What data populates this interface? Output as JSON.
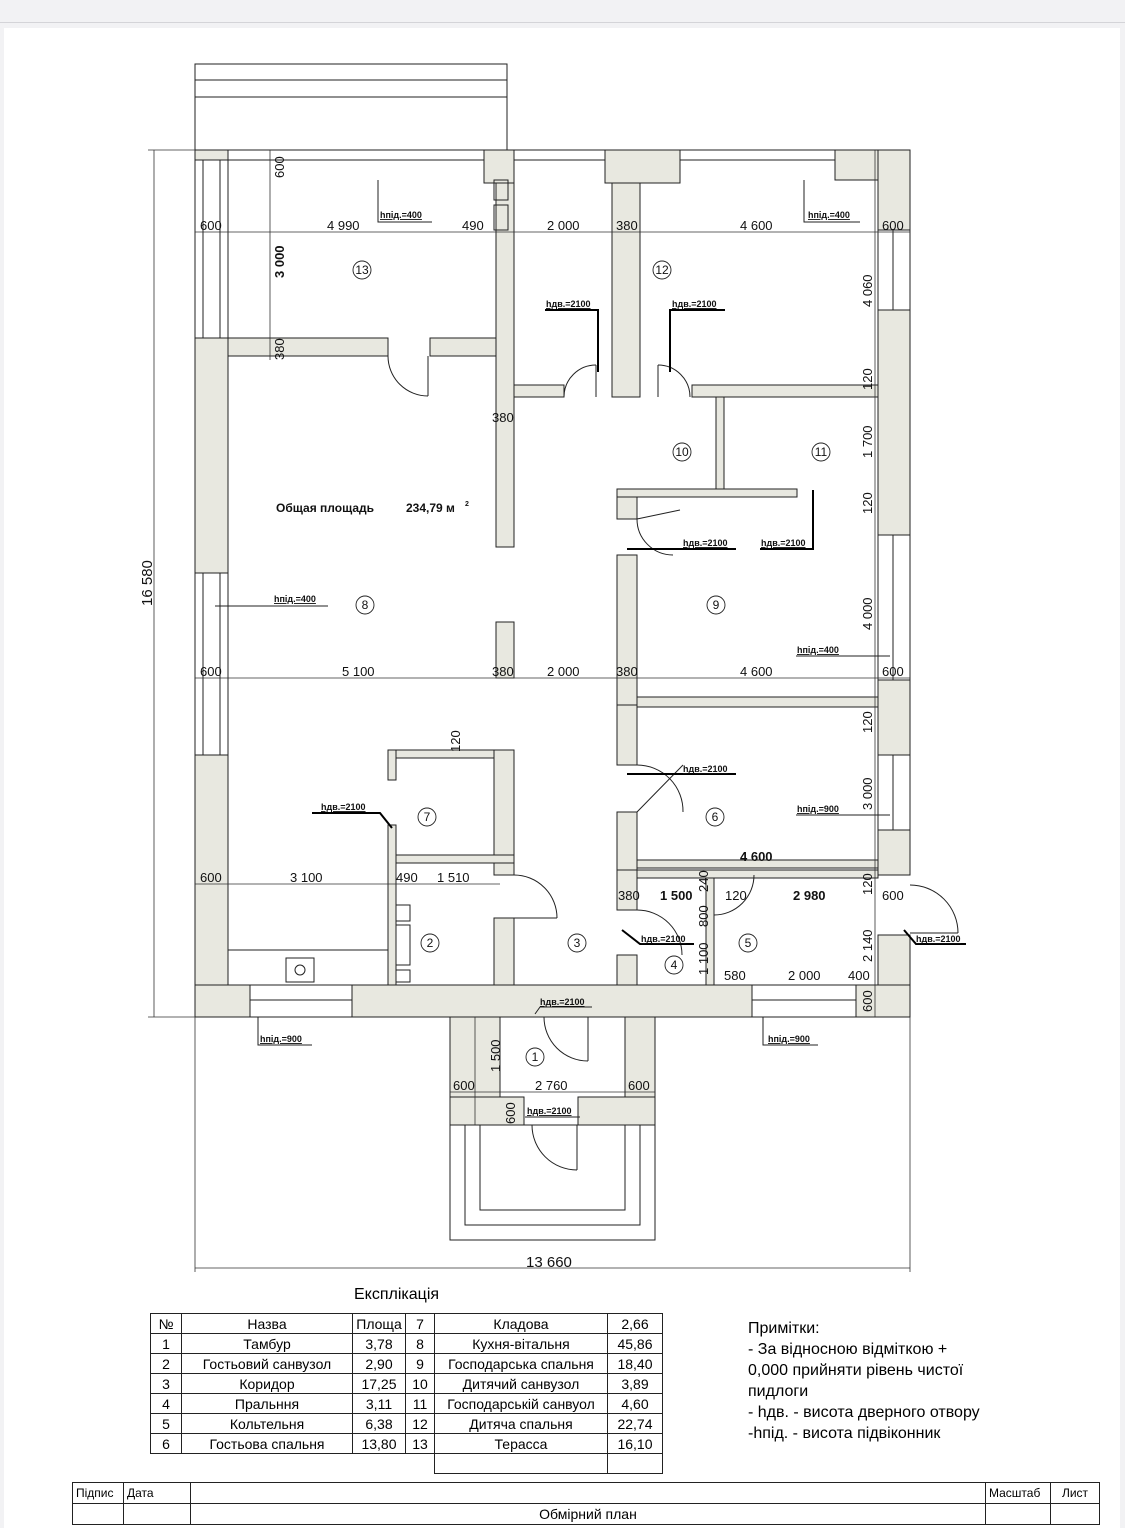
{
  "plan": {
    "total_area_label": "Общая площадь",
    "total_area_value": "234,79 м",
    "total_area_sup": "2",
    "overall_width": "13 660",
    "overall_height": "16 580",
    "rooms": [
      "1",
      "2",
      "3",
      "4",
      "5",
      "6",
      "7",
      "8",
      "9",
      "10",
      "11",
      "12",
      "13"
    ],
    "dims": {
      "top_600_left": "600",
      "d4990": "4 990",
      "d490_top": "490",
      "d2000_top": "2 000",
      "d380_top": "380",
      "d4600_top": "4 600",
      "top_600_right": "600",
      "d600_v_top": "600",
      "d3000_v13": "3 000",
      "d380_v13": "380",
      "d380_mid": "380",
      "d4060": "4 060",
      "d120_a": "120",
      "d1700": "1 700",
      "d120_b": "120",
      "d4000": "4 000",
      "mid_600_left": "600",
      "d5100": "5 100",
      "d380_m1": "380",
      "d2000_mid": "2 000",
      "d380_m2": "380",
      "d4600_mid": "4 600",
      "mid_600_right": "600",
      "d120_c": "120",
      "d3000_v6": "3 000",
      "d120_7": "120",
      "d4600_bold": "4 600",
      "bot_600_left": "600",
      "d3100": "3 100",
      "d490_bot": "490",
      "d1510": "1 510",
      "d380_bot": "380",
      "d1500_bold": "1 500",
      "d240": "240",
      "d120_d": "120",
      "d2980": "2 980",
      "d120_e": "120",
      "bot_600_right": "600",
      "d800": "800",
      "d1100": "1 100",
      "d2140": "2 140",
      "d580": "580",
      "d2000_bot": "2 000",
      "d400": "400",
      "d600_v_bot": "600",
      "d1500_v": "1 500",
      "ent_600_left": "600",
      "d2760": "2 760",
      "ent_600_right": "600",
      "d600_v_ent": "600"
    },
    "labels": {
      "hpid_400_13": "hпід.=400",
      "hpid_400_12": "hпід.=400",
      "hdv_2100_12a": "hдв.=2100",
      "hdv_2100_12b": "hдв.=2100",
      "hdv_2100_9a": "hдв.=2100",
      "hdv_2100_9b": "hдв.=2100",
      "hpid_400_8": "hпід.=400",
      "hpid_400_9": "hпід.=400",
      "hdv_2100_6": "hдв.=2100",
      "hpid_900_6": "hпід.=900",
      "hdv_2100_7": "hдв.=2100",
      "hdv_2100_4": "hдв.=2100",
      "hdv_2100_ext": "hдв.=2100",
      "hdv_2100_1": "hдв.=2100",
      "hpid_900_left": "hпід.=900",
      "hpid_900_right": "hпід.=900",
      "hdv_2100_porch": "hдв.=2100"
    }
  },
  "explication": {
    "title": "Експлікація",
    "header": [
      "№",
      "Назва",
      "Площа"
    ],
    "left": [
      [
        "1",
        "Тамбур",
        "3,78"
      ],
      [
        "2",
        "Гостьовий санвузол",
        "2,90"
      ],
      [
        "3",
        "Коридор",
        "17,25"
      ],
      [
        "4",
        "Пральння",
        "3,11"
      ],
      [
        "5",
        "Кольтельня",
        "6,38"
      ],
      [
        "6",
        "Гостьова спальня",
        "13,80"
      ]
    ],
    "right": [
      [
        "7",
        "Кладова",
        "2,66"
      ],
      [
        "8",
        "Кухня-вітальня",
        "45,86"
      ],
      [
        "9",
        "Господарська спальня",
        "18,40"
      ],
      [
        "10",
        "Дитячий санвузол",
        "3,89"
      ],
      [
        "11",
        "Господарській санвуол",
        "4,60"
      ],
      [
        "12",
        "Дитяча спальня",
        "22,74"
      ],
      [
        "13",
        "Терасса",
        "16,10"
      ]
    ]
  },
  "notes": {
    "title": "Примітки:",
    "lines": [
      "- За відносною відміткою +",
      "0,000 прийняти рівень чистої",
      "пидлоги",
      "- hдв. - висота дверного отвору",
      "-hпід. - висота підвіконник"
    ]
  },
  "stamp": {
    "sign": "Підпис",
    "date": "Дата",
    "scale": "Масштаб",
    "sheet": "Лист",
    "title": "Обмірний план"
  }
}
